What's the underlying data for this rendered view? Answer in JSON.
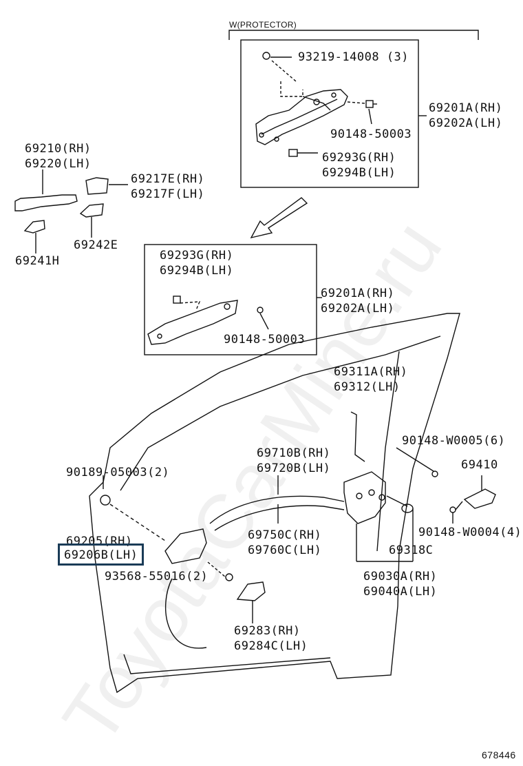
{
  "diagram_id": "678446",
  "watermark": "ToyotaCarMine.ru",
  "protector_box": {
    "title": "W(PROTECTOR)",
    "parts": [
      "93219-14008 (3)",
      "90148-50003",
      "69293G(RH)",
      "69294B(LH)"
    ],
    "assembly_rh": "69201A(RH)",
    "assembly_lh": "69202A(LH)"
  },
  "handle_box": {
    "parts": [
      "69293G(RH)",
      "69294B(LH)",
      "90148-50003"
    ],
    "assembly_rh": "69201A(RH)",
    "assembly_lh": "69202A(LH)"
  },
  "outside_handle": {
    "handle_rh": "69210(RH)",
    "handle_lh": "69220(LH)",
    "cover_rh": "69217E(RH)",
    "cover_lh": "69217F(LH)",
    "pad_a": "69242E",
    "pad_b": "69241H"
  },
  "door_parts": {
    "rod_rh": "69311A(RH)",
    "rod_lh": "69312(LH)",
    "bolt_a": "90148-W0005(6)",
    "striker": "69410",
    "bolt_b": "90148-W0004(4)",
    "clip": "90189-05003(2)",
    "cable_rh": "69710B(RH)",
    "cable_lh": "69720B(LH)",
    "inside_handle_rh": "69205(RH)",
    "inside_handle_lh": "69206B(LH)",
    "screw": "93568-55016(2)",
    "cable2_rh": "69750C(RH)",
    "cable2_lh": "69760C(LH)",
    "cap": "69318C",
    "lock_rh": "69030A(RH)",
    "lock_lh": "69040A(LH)",
    "bezel_rh": "69283(RH)",
    "bezel_lh": "69284C(LH)"
  }
}
